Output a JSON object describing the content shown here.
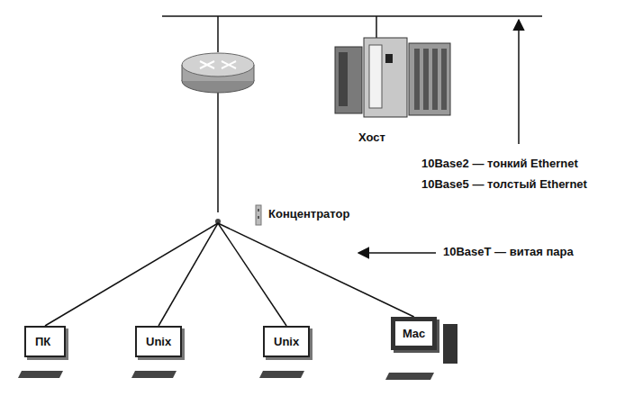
{
  "diagram": {
    "nodes": [
      {
        "text": [
          "Хост"
        ]
      },
      {
        "text": [
          "Концентратор"
        ]
      },
      {
        "text": [
          "ПК"
        ]
      },
      {
        "text": [
          "Unix"
        ]
      },
      {
        "text": [
          "Unix"
        ]
      },
      {
        "text": [
          "Mac"
        ]
      }
    ],
    "edges": [
      {
        "from": 1,
        "to": 2,
        "arrow": "none"
      },
      {
        "from": 1,
        "to": 3,
        "arrow": "none"
      },
      {
        "from": 1,
        "to": 4,
        "arrow": "none"
      },
      {
        "from": 1,
        "to": 5,
        "arrow": "none"
      }
    ],
    "labels": [
      "10Base2 — тонкий Ethernet",
      "10Base5 — толстый Ethernet",
      "10BaseT — витая пара"
    ]
  }
}
